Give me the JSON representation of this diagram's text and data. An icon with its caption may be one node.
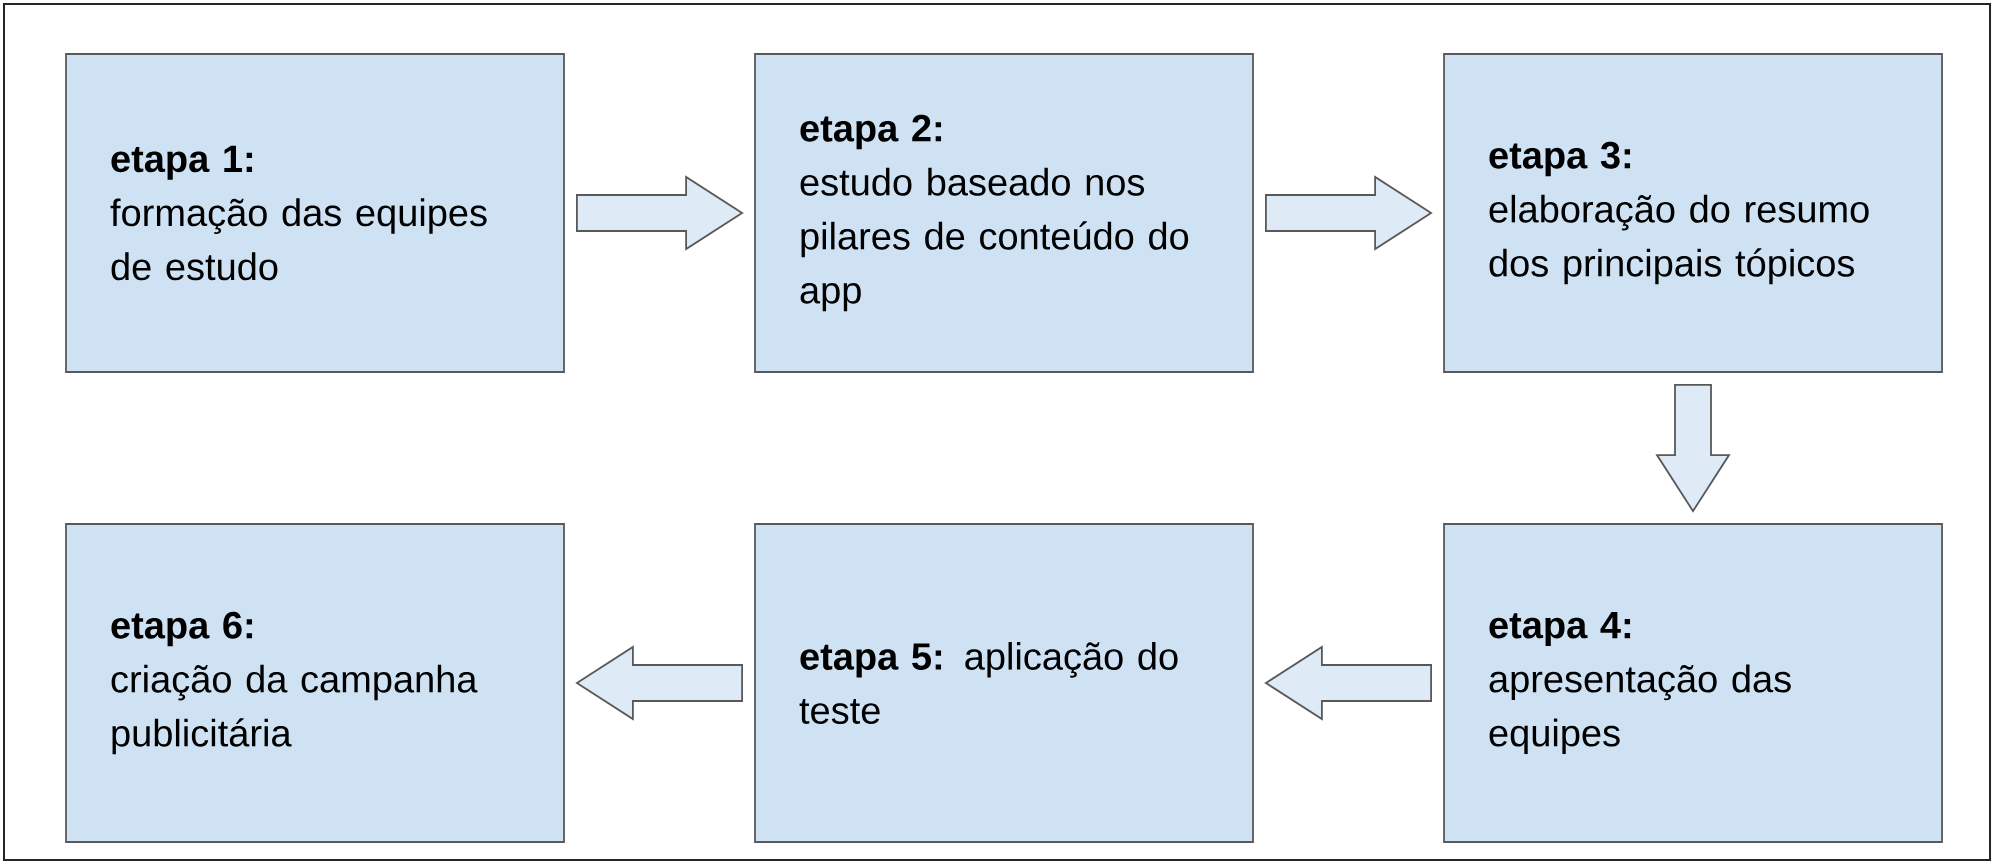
{
  "diagram": {
    "nodes": [
      {
        "text": [
          "etapa 1:",
          "formação das equipes de estudo"
        ]
      },
      {
        "text": [
          "etapa 2:",
          "estudo baseado nos pilares de conteúdo do app"
        ]
      },
      {
        "text": [
          "etapa 3:",
          "elaboração do resumo dos principais tópicos"
        ]
      },
      {
        "text": [
          "etapa 4:",
          "apresentação das equipes"
        ]
      },
      {
        "text": [
          "**etapa 5:** aplicação do teste"
        ]
      },
      {
        "text": [
          "etapa 6:",
          "criação da campanha publicitária"
        ]
      }
    ],
    "edges": [
      {
        "from": 0,
        "to": 1,
        "arrow": "to"
      },
      {
        "from": 1,
        "to": 2,
        "arrow": "to"
      },
      {
        "from": 2,
        "to": 3,
        "arrow": "to"
      },
      {
        "from": 3,
        "to": 4,
        "arrow": "to"
      },
      {
        "from": 4,
        "to": 5,
        "arrow": "to"
      }
    ]
  }
}
